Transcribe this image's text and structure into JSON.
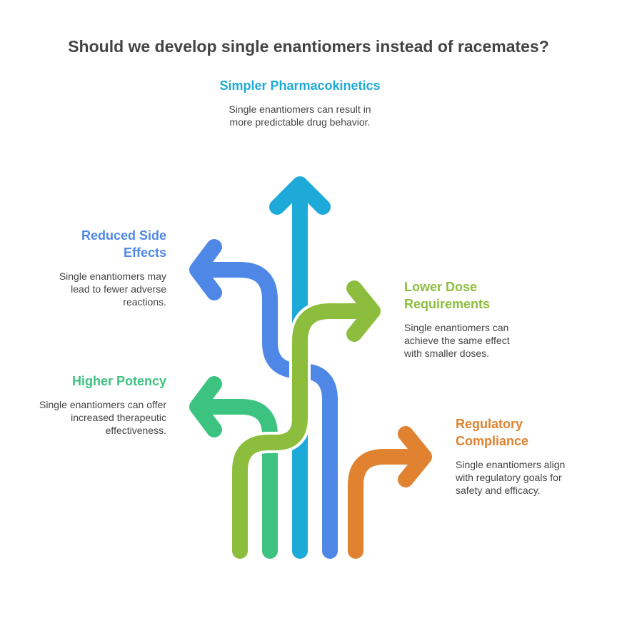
{
  "title": "Should we develop single enantiomers instead of racemates?",
  "colors": {
    "blue_sky": "#1DAAD9",
    "blue": "#4F87E6",
    "green_light": "#8DBD3C",
    "green": "#3DC380",
    "orange": "#E0822F"
  },
  "options": [
    {
      "id": "pharmacokinetics",
      "title": "Simpler Pharmacokinetics",
      "description": "Single enantiomers can result in more predictable drug behavior.",
      "color": "#1DAAD9",
      "icon": "arrow-up"
    },
    {
      "id": "side-effects",
      "title": "Reduced Side Effects",
      "description": "Single enantiomers may lead to fewer adverse reactions.",
      "color": "#4F87E6",
      "icon": "arrow-left"
    },
    {
      "id": "dose",
      "title": "Lower Dose Requirements",
      "description": "Single enantiomers can achieve the same effect with smaller doses.",
      "color": "#8DBD3C",
      "icon": "arrow-right"
    },
    {
      "id": "potency",
      "title": "Higher Potency",
      "description": "Single enantiomers can offer increased therapeutic effectiveness.",
      "color": "#3DC380",
      "icon": "arrow-left"
    },
    {
      "id": "compliance",
      "title": "Regulatory Compliance",
      "description": "Single enantiomers align with regulatory goals for safety and efficacy.",
      "color": "#E0822F",
      "icon": "arrow-right"
    }
  ]
}
